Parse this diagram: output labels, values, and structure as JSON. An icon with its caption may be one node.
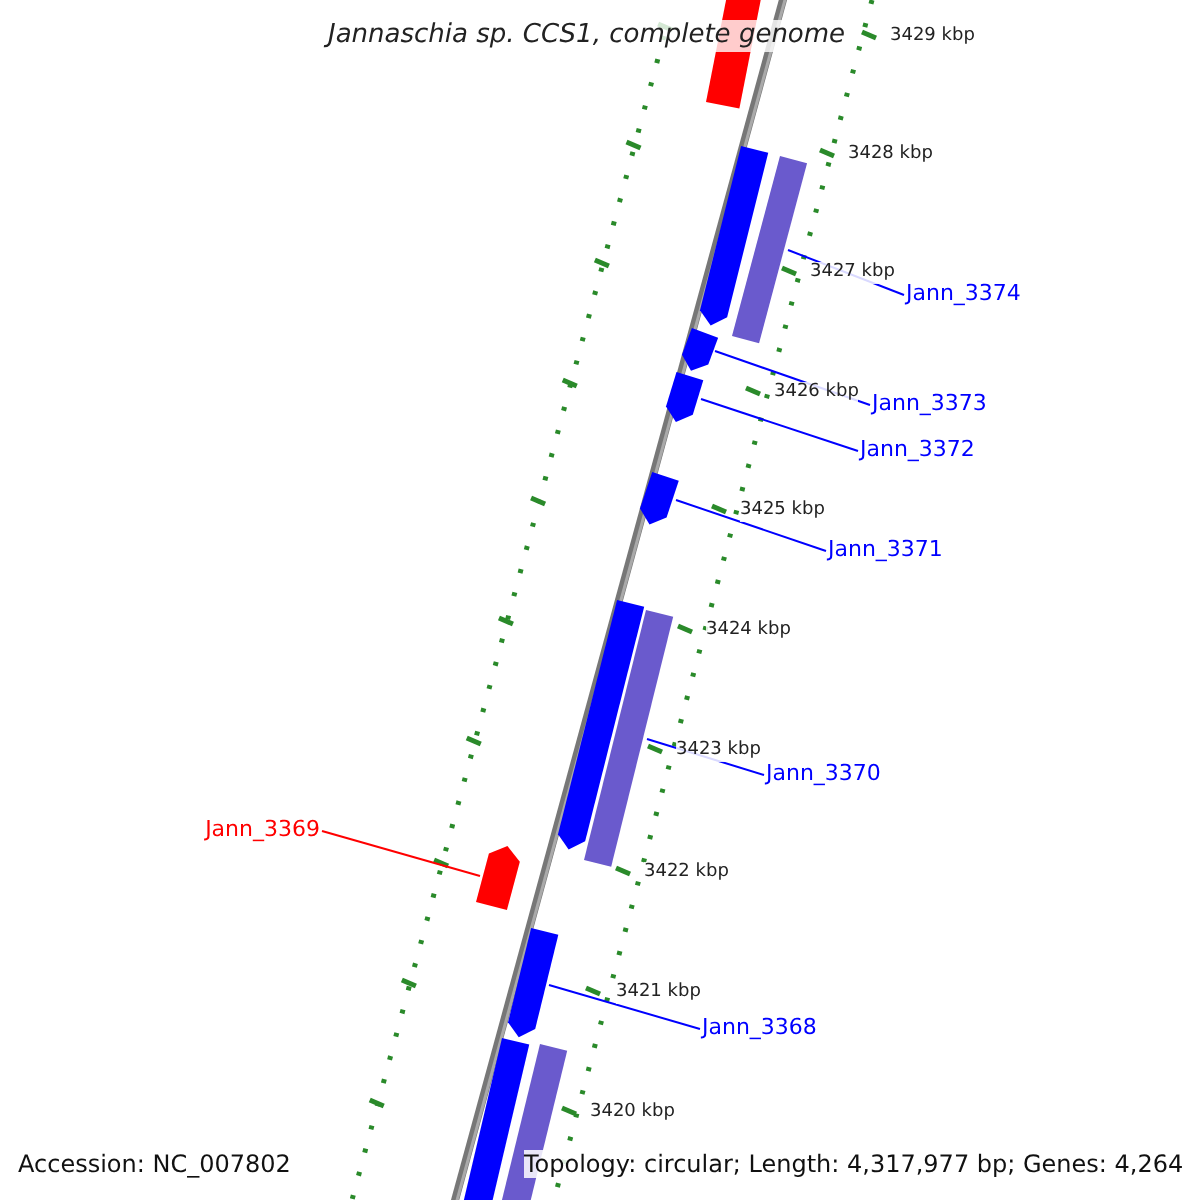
{
  "diagram": {
    "title": "Jannaschia sp. CCS1, complete genome",
    "nodes": [
      {
        "text": [
          "Jann_3374"
        ]
      },
      {
        "text": [
          "Jann_3373"
        ]
      },
      {
        "text": [
          "Jann_3372"
        ]
      },
      {
        "text": [
          "Jann_3371"
        ]
      },
      {
        "text": [
          "Jann_3370"
        ]
      },
      {
        "text": [
          "Jann_3369"
        ]
      },
      {
        "text": [
          "Jann_3368"
        ]
      },
      {
        "text": [],
        "shape": "bar"
      },
      {
        "text": [],
        "shape": "bar"
      },
      {
        "text": [],
        "shape": "bar"
      },
      {
        "text": [],
        "shape": "bar"
      },
      {
        "text": [],
        "shape": "bar"
      },
      {
        "text": [],
        "shape": "bar"
      },
      {
        "text": [],
        "shape": "bar"
      },
      {
        "text": [],
        "shape": "bar"
      },
      {
        "text": [],
        "shape": "bar"
      },
      {
        "text": [],
        "shape": "bar"
      },
      {
        "text": [],
        "shape": "bar"
      },
      {
        "text": [],
        "shape": "bar"
      }
    ],
    "edges": [
      {
        "from": 0,
        "to": 9,
        "arrow": "none"
      },
      {
        "from": 1,
        "to": 10,
        "arrow": "none"
      },
      {
        "from": 2,
        "to": 11,
        "arrow": "none"
      },
      {
        "from": 3,
        "to": 12,
        "arrow": "none"
      },
      {
        "from": 4,
        "to": 14,
        "arrow": "none"
      },
      {
        "from": 5,
        "to": 15,
        "arrow": "none",
        "color": "#ff0000"
      },
      {
        "from": 6,
        "to": 16,
        "arrow": "none"
      }
    ],
    "labels": [
      "3429 kbp",
      "3428 kbp",
      "3427 kbp",
      "3426 kbp",
      "3425 kbp",
      "3424 kbp",
      "3423 kbp",
      "3422 kbp",
      "3421 kbp",
      "3420 kbp",
      "Accession: NC_007802",
      "Topology: circular; Length: 4,317,977 bp; Genes: 4,264"
    ]
  }
}
